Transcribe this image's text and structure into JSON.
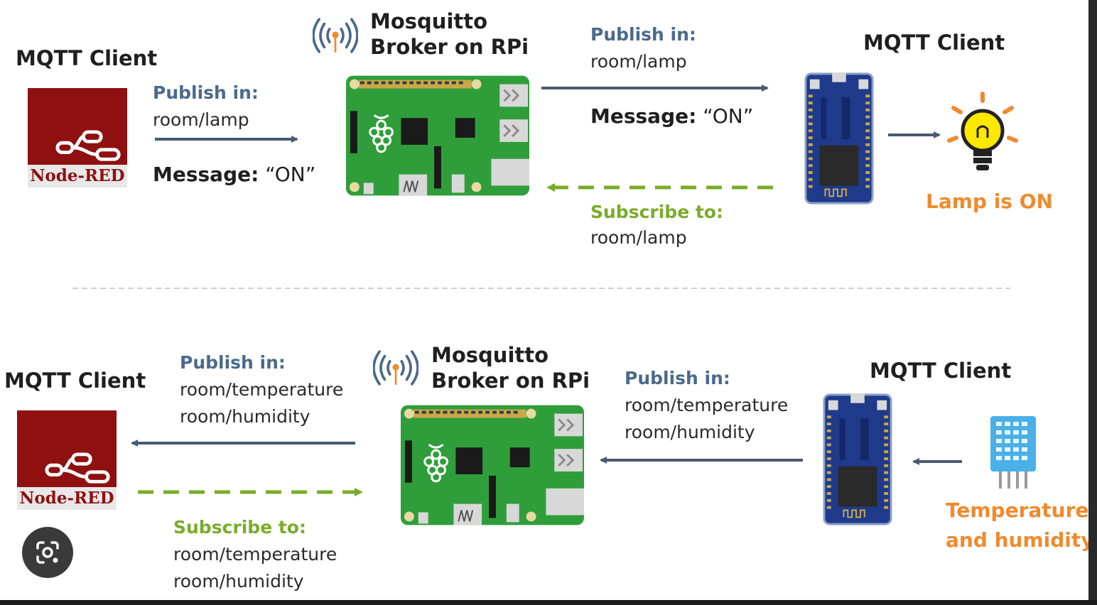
{
  "top": {
    "left_client": {
      "title": "MQTT Client",
      "node_red_label": "Node-RED"
    },
    "publish_left": {
      "label": "Publish in:",
      "topics": [
        "room/lamp"
      ]
    },
    "message_left": {
      "label": "Message:",
      "value": "“ON”"
    },
    "broker": {
      "line1": "Mosquitto",
      "line2": "Broker on RPi"
    },
    "publish_right": {
      "label": "Publish in:",
      "topics": [
        "room/lamp"
      ]
    },
    "message_right": {
      "label": "Message:",
      "value": "“ON”"
    },
    "subscribe": {
      "label": "Subscribe to:",
      "topics": [
        "room/lamp"
      ]
    },
    "right_client": {
      "title": "MQTT Client"
    },
    "lamp_status": "Lamp is ON"
  },
  "bottom": {
    "left_client": {
      "title": "MQTT Client",
      "node_red_label": "Node-RED"
    },
    "publish_left": {
      "label": "Publish in:",
      "topics": [
        "room/temperature",
        "room/humidity"
      ]
    },
    "subscribe": {
      "label": "Subscribe to:",
      "topics": [
        "room/temperature",
        "room/humidity"
      ]
    },
    "broker": {
      "line1": "Mosquitto",
      "line2": "Broker on RPi"
    },
    "publish_right": {
      "label": "Publish in:",
      "topics": [
        "room/temperature",
        "room/humidity"
      ]
    },
    "right_client": {
      "title": "MQTT Client"
    },
    "sensor_label": {
      "line1": "Temperature",
      "line2": "and humidity"
    }
  },
  "icons": {
    "broker": "wireless-broadcast-icon",
    "node_red": "node-red-flow-icon",
    "lamp": "light-bulb-icon",
    "sensor": "dht-sensor-icon",
    "lens": "visual-search-lens-icon"
  },
  "colors": {
    "publish_arrow": "#4a5a70",
    "subscribe_arrow": "#7aac2a",
    "label_blue": "#4a6a8c",
    "label_green": "#7aac2a",
    "status_orange": "#f08a2e",
    "node_red": "#8f1010",
    "rpi_board": "#2f9e3a",
    "nodemcu_board": "#1f3a8a"
  }
}
